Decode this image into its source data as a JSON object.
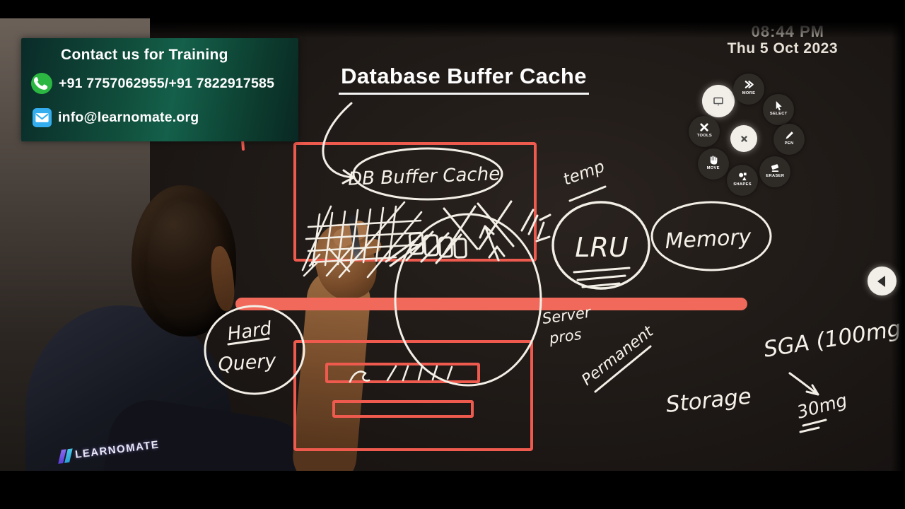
{
  "video": {
    "contact_banner": {
      "title": "Contact us for Training",
      "phone": "+91 7757062955/+91 7822917585",
      "email": "info@learnomate.org"
    },
    "lesson_title": "Database Buffer Cache",
    "clock": {
      "time": "08:44 PM",
      "date": "Thu 5 Oct 2023"
    },
    "shirt_logo": {
      "brand": "LEARNOMATE"
    }
  },
  "whiteboard_app": {
    "radial_menu": {
      "items": [
        {
          "id": "more",
          "label": "MORE"
        },
        {
          "id": "select",
          "label": "SELECT"
        },
        {
          "id": "tools",
          "label": "TOOLS"
        },
        {
          "id": "pen",
          "label": "PEN"
        },
        {
          "id": "move",
          "label": "MOVE"
        },
        {
          "id": "eraser",
          "label": "ERASER"
        },
        {
          "id": "shapes",
          "label": "SHAPES"
        }
      ]
    },
    "drawings": {
      "cache_oval_label": "DB Buffer Cache",
      "temp_label": "temp",
      "lru_label": "LRU",
      "memory_label": "Memory",
      "hard_label": "Hard",
      "query_label": "Query",
      "server_label_line1": "Server",
      "server_label_line2": "pros",
      "permanent_label": "Permanent",
      "sga_label": "SGA (100mg",
      "storage_label": "Storage",
      "size_label": "30mg"
    },
    "colors": {
      "marker_red": "#ef5a4e",
      "line_salmon": "#f0695a",
      "ink_white": "#f3efe6",
      "whatsapp_green": "#2bb741",
      "email_blue": "#35aef0"
    }
  }
}
